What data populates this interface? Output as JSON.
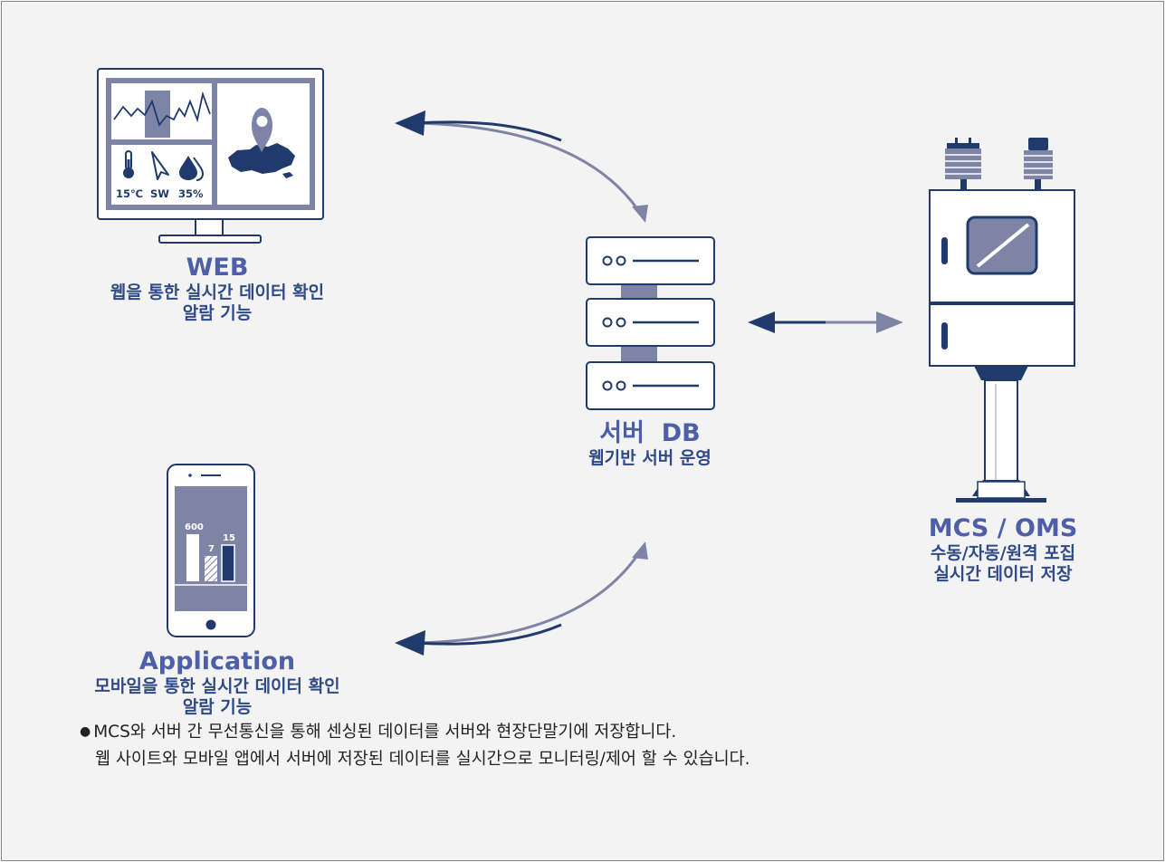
{
  "colors": {
    "navy": "#1f3a6b",
    "slate": "#7d84a6",
    "title_blue": "#4e5fa8",
    "text_blue": "#2f4a87",
    "background": "#f3f3f3"
  },
  "web": {
    "title": "WEB",
    "lines": [
      "웹을 통한 실시간 데이터 확인",
      "알람 기능"
    ],
    "monitor": {
      "temperature": "15℃",
      "wind": "SW",
      "humidity": "35%"
    }
  },
  "server": {
    "title": "서버  DB",
    "subtitle": "웹기반 서버 운영"
  },
  "station": {
    "title": "MCS / OMS",
    "lines": [
      "수동/자동/원격 포집",
      "실시간 데이터 저장"
    ]
  },
  "app": {
    "title": "Application",
    "lines": [
      "모바일을 통한 실시간 데이터 확인",
      "알람 기능"
    ],
    "phone_bars": [
      "600",
      "7",
      "15"
    ]
  },
  "notes": [
    "MCS와 서버 간 무선통신을 통해 센싱된 데이터를 서버와 현장단말기에 저장합니다.",
    "웹 사이트와 모바일 앱에서 서버에 저장된 데이터를 실시간으로 모니터링/제어 할 수 있습니다."
  ],
  "icons": [
    "monitor-icon",
    "map-pin-icon",
    "thermometer-icon",
    "wind-arrow-icon",
    "droplet-icon",
    "server-icon",
    "weather-station-icon",
    "smartphone-icon",
    "bar-chart-icon"
  ]
}
